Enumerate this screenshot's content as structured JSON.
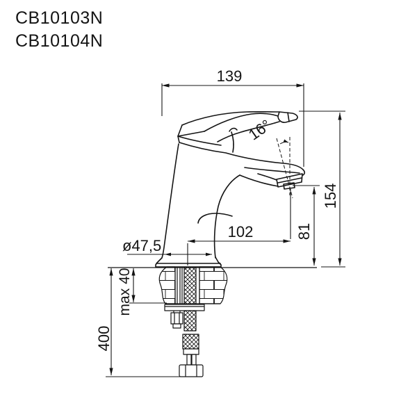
{
  "drawing": {
    "background": "#ffffff",
    "line_color": "#141414",
    "product_codes": [
      "CB10103N",
      "CB10104N"
    ],
    "dimensions": {
      "overall_length": "139",
      "spout_angle": "16°",
      "total_height": "154",
      "spout_reach": "102",
      "outlet_height": "81",
      "body_diameter": "ø47,5",
      "max_mounting_thickness": "max 40",
      "supply_hose_length": "400"
    }
  }
}
